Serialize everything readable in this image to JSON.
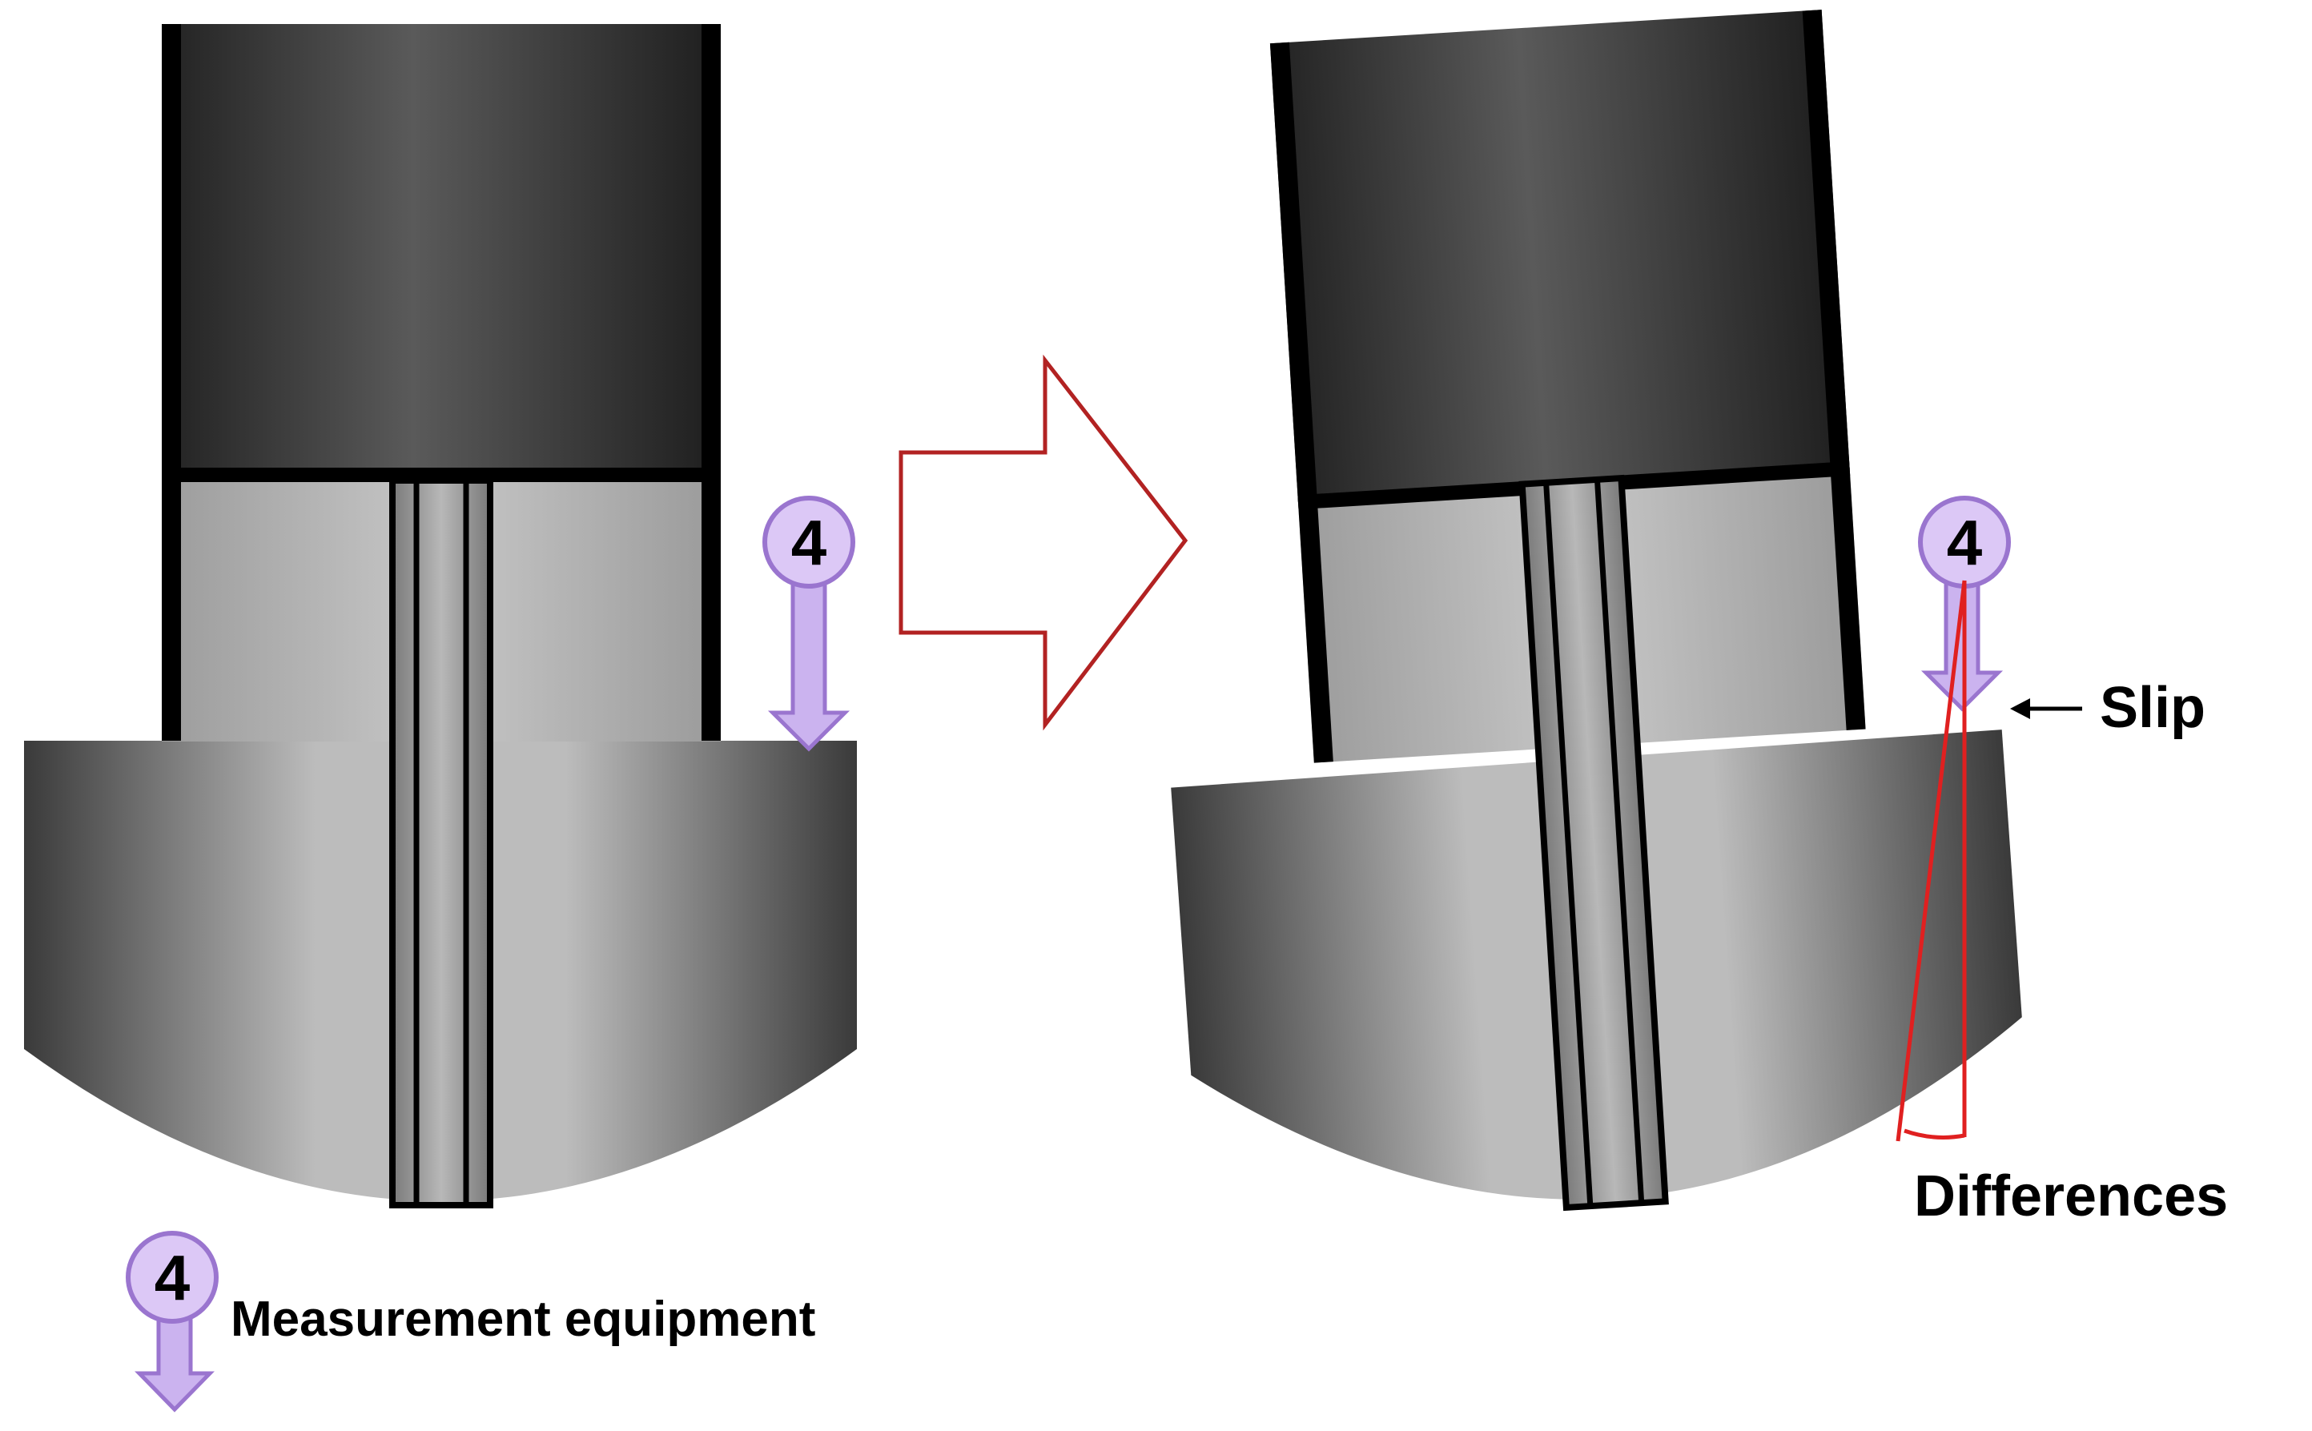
{
  "marker": {
    "number": "4",
    "fill_color": "#dcc8f6",
    "stroke_color": "#9a75cf",
    "arrow_fill": "#cbb3ef"
  },
  "legend": {
    "marker_number": "4",
    "label": "Measurement equipment"
  },
  "annotations": {
    "slip_label": "Slip",
    "differences_label": "Differences"
  },
  "colors": {
    "outline": "#000000",
    "dark_gray": "#3a3a3a",
    "light_gray": "#bdbdbd",
    "transition_arrow": "#b22222",
    "difference_lines": "#e02020"
  }
}
